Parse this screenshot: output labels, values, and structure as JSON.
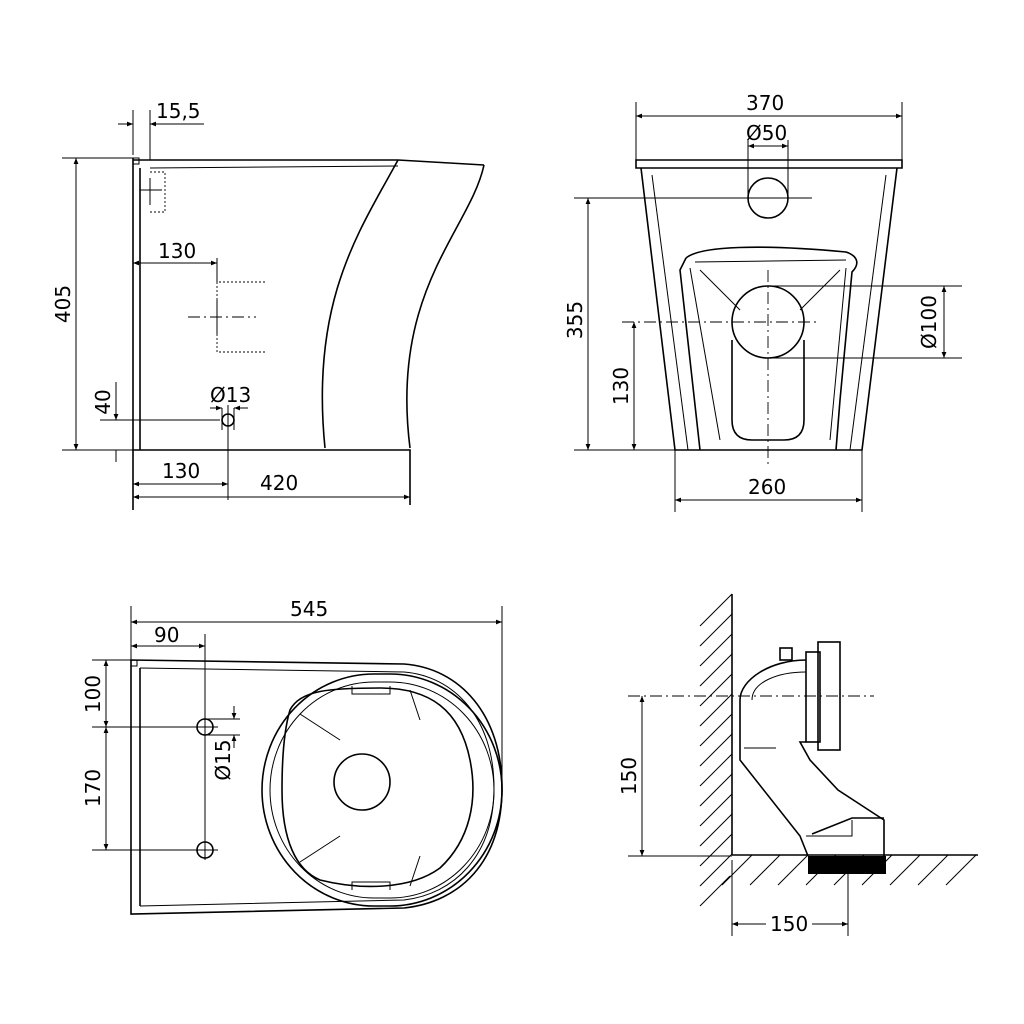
{
  "views": {
    "side": {
      "dim_top_offset": "15,5",
      "dim_height": "405",
      "dim_inlet_height": "130",
      "dim_supply_height": "40",
      "dim_supply_dia": "Ø13",
      "dim_supply_x": "130",
      "dim_depth": "420"
    },
    "front": {
      "dim_width": "370",
      "dim_inlet_dia": "Ø50",
      "dim_height": "355",
      "dim_outlet_height": "130",
      "dim_outlet_dia": "Ø100",
      "dim_base_width": "260"
    },
    "top": {
      "dim_length": "545",
      "dim_hole_x": "90",
      "dim_hole_y": "100",
      "dim_hole_spacing": "170",
      "dim_hole_dia": "Ø15"
    },
    "install": {
      "dim_outlet_height": "150",
      "dim_wall_offset": "150"
    }
  }
}
